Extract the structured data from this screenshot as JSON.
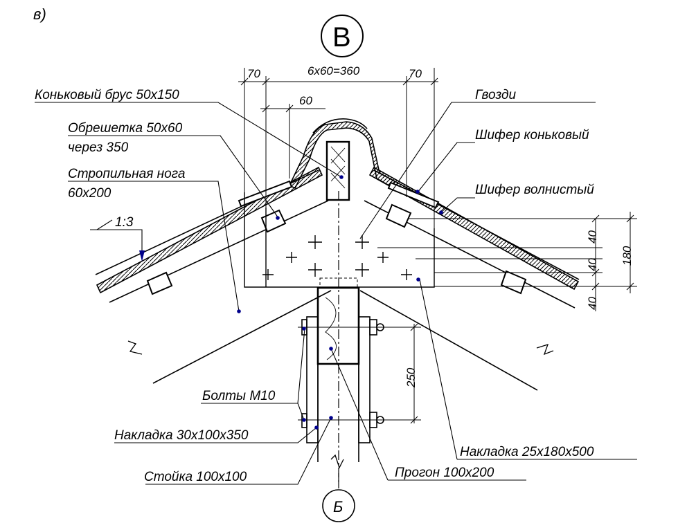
{
  "figure": {
    "panel_letter": "в)",
    "section_marker": "В",
    "bottom_marker": "Б"
  },
  "labels": {
    "ridge_beam": "Коньковый брус 50x150",
    "batten_1": "Обрешетка 50x60",
    "batten_2": "через 350",
    "rafter_1": "Стропильная нога",
    "rafter_2": "60x200",
    "nails": "Гвозди",
    "ridge_slate": "Шифер коньковый",
    "wave_slate": "Шифер волнистый",
    "bolts": "Болты М10",
    "pad_small": "Накладка 30x100x350",
    "post": "Стойка 100x100",
    "pad_large": "Накладка 25x180x500",
    "purlin": "Прогон 100x200",
    "slope": "1:3"
  },
  "dimensions": {
    "left_70": "70",
    "span": "6x60=360",
    "right_70": "70",
    "spacing_60": "60",
    "h40_top": "40",
    "h40_mid": "40",
    "h40_bot": "40",
    "h180": "180",
    "v250": "250"
  },
  "colors": {
    "line": "#000000",
    "dot": "#00008b"
  }
}
